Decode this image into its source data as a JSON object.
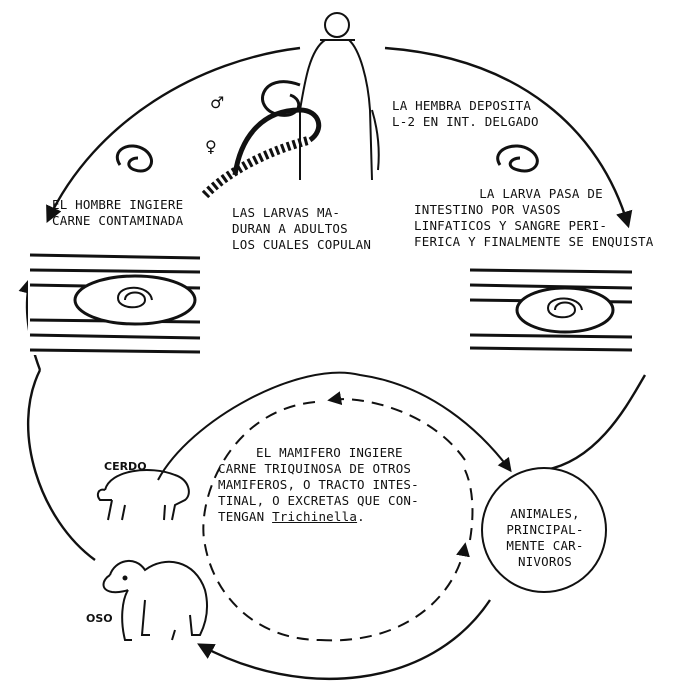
{
  "cycle": {
    "human_ingests": [
      "EL HOMBRE INGIERE",
      "CARNE CONTAMINADA"
    ],
    "larvae_mature": [
      "LAS LARVAS MA-",
      "DURAN A ADULTOS",
      "LOS CUALES COPULAN"
    ],
    "female_deposits": [
      "LA HEMBRA DEPOSITA",
      "L-2 EN INT. DELGADO"
    ],
    "larva_passes": [
      "LA LARVA PASA DE",
      "INTESTINO POR VASOS",
      "LINFATICOS Y SANGRE PERI-",
      "FERICA Y FINALMENTE SE ENQUISTA"
    ],
    "mammal_ingests": [
      "EL MAMIFERO INGIERE",
      "CARNE TRIQUINOSA DE OTROS",
      "MAMIFEROS, O TRACTO INTES-",
      "TINAL, O EXCRETAS QUE CON-"
    ],
    "mammal_ingests_last_prefix": "TENGAN ",
    "mammal_ingests_genus": "Trichinella",
    "mammal_ingests_last_suffix": ".",
    "animals": [
      "ANIMALES,",
      "PRINCIPAL-",
      "MENTE CAR-",
      "NIVOROS"
    ],
    "pig": "CERDO",
    "bear": "OSO",
    "male_symbol": "♂",
    "female_symbol": "♀"
  },
  "colors": {
    "ink": "#111111",
    "background": "#ffffff"
  }
}
